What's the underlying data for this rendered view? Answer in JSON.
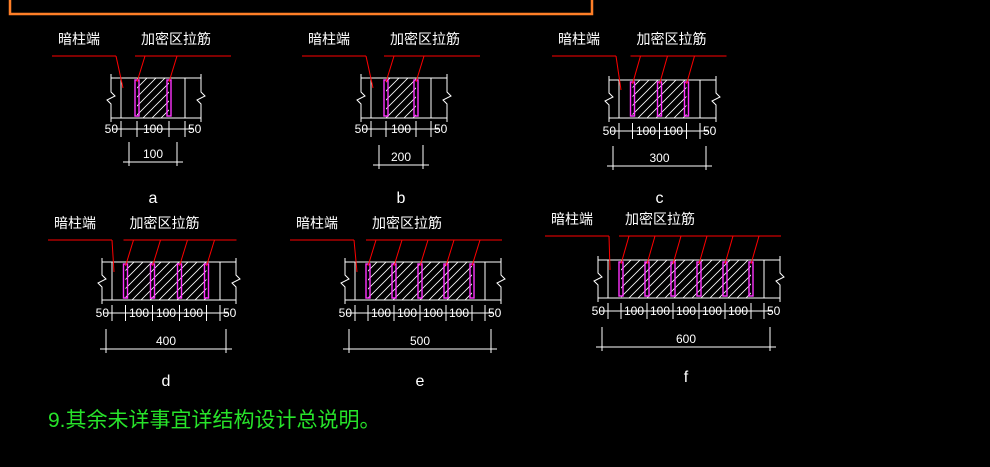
{
  "colors": {
    "background": "#000000",
    "line_white": "#ffffff",
    "line_red": "#ff0000",
    "rebar_magenta": "#ff33ff",
    "frame_orange": "#ff7f27",
    "note_green": "#27e32a"
  },
  "details": [
    {
      "id": "a",
      "label_column_end": "暗柱端",
      "label_tie_bars": "加密区拉筋",
      "left_dim": "50",
      "inner_dims": [
        "100"
      ],
      "right_dim": "50",
      "total_dim": "100",
      "caption": "a"
    },
    {
      "id": "b",
      "label_column_end": "暗柱端",
      "label_tie_bars": "加密区拉筋",
      "left_dim": "50",
      "inner_dims": [
        "100"
      ],
      "right_dim": "50",
      "total_dim": "200",
      "caption": "b"
    },
    {
      "id": "c",
      "label_column_end": "暗柱端",
      "label_tie_bars": "加密区拉筋",
      "left_dim": "50",
      "inner_dims": [
        "100",
        "100"
      ],
      "right_dim": "50",
      "total_dim": "300",
      "caption": "c"
    },
    {
      "id": "d",
      "label_column_end": "暗柱端",
      "label_tie_bars": "加密区拉筋",
      "left_dim": "50",
      "inner_dims": [
        "100",
        "100",
        "100"
      ],
      "right_dim": "50",
      "total_dim": "400",
      "caption": "d"
    },
    {
      "id": "e",
      "label_column_end": "暗柱端",
      "label_tie_bars": "加密区拉筋",
      "left_dim": "50",
      "inner_dims": [
        "100",
        "100",
        "100",
        "100"
      ],
      "right_dim": "50",
      "total_dim": "500",
      "caption": "e"
    },
    {
      "id": "f",
      "label_column_end": "暗柱端",
      "label_tie_bars": "加密区拉筋",
      "left_dim": "50",
      "inner_dims": [
        "100",
        "100",
        "100",
        "100",
        "100"
      ],
      "right_dim": "50",
      "total_dim": "600",
      "caption": "f"
    }
  ],
  "footer_note": "9.其余未详事宜详结构设计总说明。"
}
